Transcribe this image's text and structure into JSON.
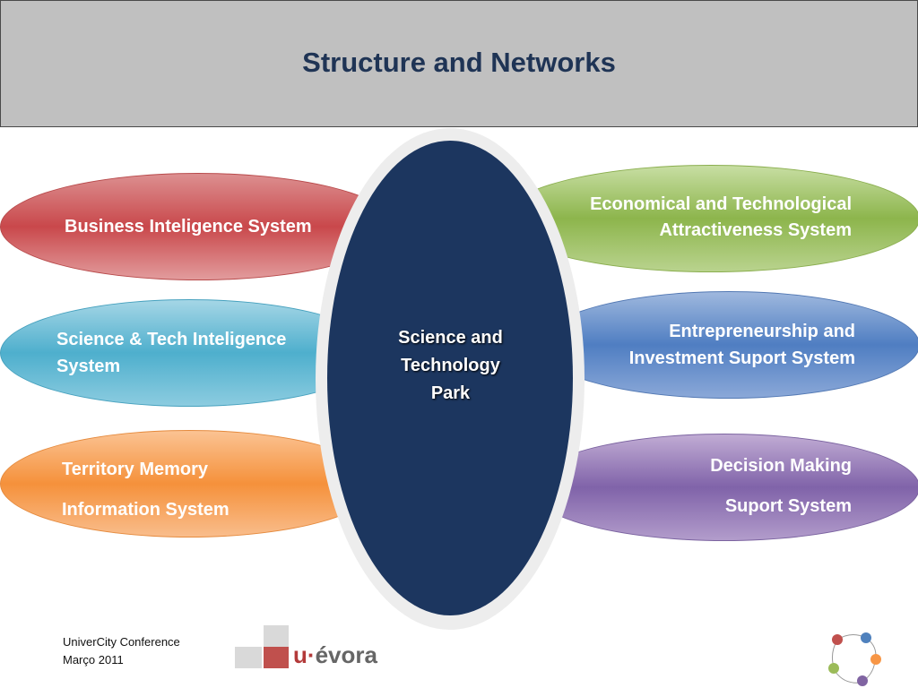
{
  "slide": {
    "title": "Structure and Networks"
  },
  "center": {
    "lines": [
      "Science and",
      "Technology",
      "Park"
    ],
    "color": "#1c365f"
  },
  "systems": {
    "business": {
      "lines": [
        "Business Inteligence System"
      ],
      "color": "#c9484b"
    },
    "science_tech": {
      "lines": [
        "Science & Tech Inteligence",
        "System"
      ],
      "color": "#4eafcd"
    },
    "territory": {
      "lines": [
        "Territory Memory",
        "Information System"
      ],
      "color": "#f5913b"
    },
    "economical": {
      "lines": [
        "Economical and Technological",
        "Attractiveness System"
      ],
      "color": "#8db54c"
    },
    "entrepreneurship": {
      "lines": [
        "Entrepreneurship and",
        "Investment Suport System"
      ],
      "color": "#4f7ec2"
    },
    "decision": {
      "lines": [
        "Decision Making",
        "Suport System"
      ],
      "color": "#8063a9"
    }
  },
  "footer": {
    "event": "UniverCity Conference",
    "date": "Março 2011"
  },
  "logo": {
    "u": "u",
    "separator": "·",
    "name": "évora"
  }
}
